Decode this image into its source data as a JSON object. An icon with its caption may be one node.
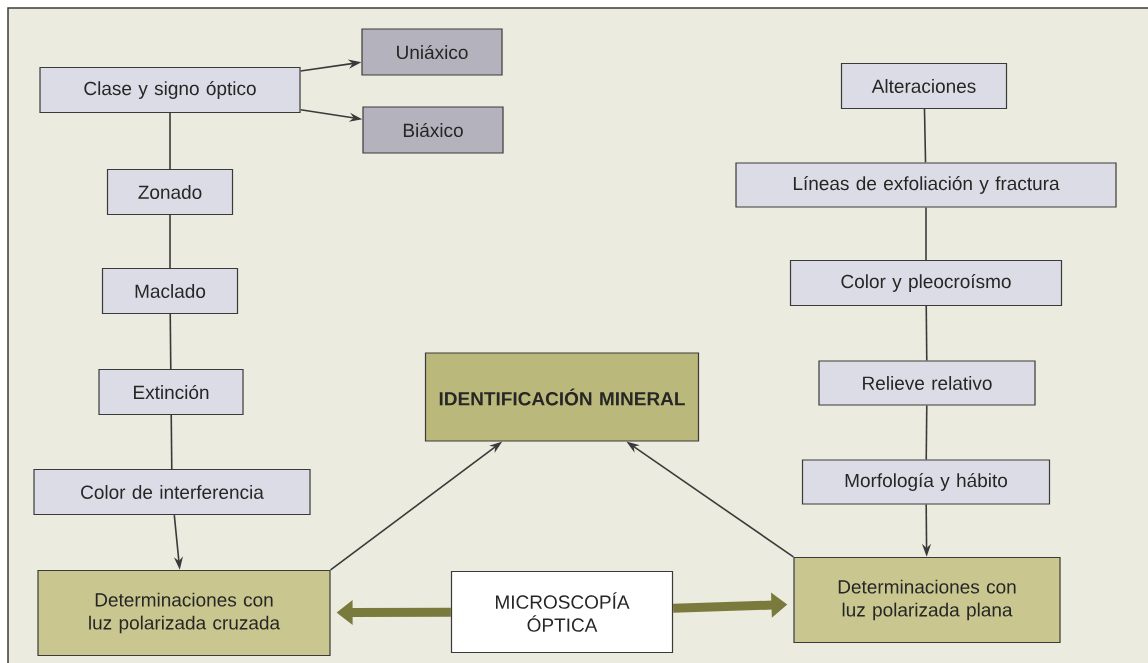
{
  "diagram": {
    "nodes": [
      {
        "text": [
          "Clase y signo óptico"
        ]
      },
      {
        "text": [
          "Uniáxico"
        ]
      },
      {
        "text": [
          "Biáxico"
        ]
      },
      {
        "text": [
          "Zonado"
        ]
      },
      {
        "text": [
          "Maclado"
        ]
      },
      {
        "text": [
          "Extinción"
        ]
      },
      {
        "text": [
          "Color de interferencia"
        ]
      },
      {
        "text": [
          "Determinaciones con luz polarizada cruzada"
        ]
      },
      {
        "text": [
          "MICROSCOPÍA ÓPTICA"
        ]
      },
      {
        "text": [
          "IDENTIFICACIÓN MINERAL"
        ]
      },
      {
        "text": [
          "Alteraciones"
        ]
      },
      {
        "text": [
          "Líneas de exfoliación y fractura"
        ]
      },
      {
        "text": [
          "Color y pleocroísmo"
        ]
      },
      {
        "text": [
          "Relieve relativo"
        ]
      },
      {
        "text": [
          "Morfología y hábito"
        ]
      },
      {
        "text": [
          "Determinaciones con luz polarizada plana"
        ]
      }
    ],
    "edges": [
      {
        "from": 0,
        "to": 1,
        "arrow": "to"
      },
      {
        "from": 0,
        "to": 2,
        "arrow": "to"
      },
      {
        "from": 0,
        "to": 3,
        "arrow": "none"
      },
      {
        "from": 3,
        "to": 4,
        "arrow": "none"
      },
      {
        "from": 4,
        "to": 5,
        "arrow": "none"
      },
      {
        "from": 5,
        "to": 6,
        "arrow": "none"
      },
      {
        "from": 6,
        "to": 7,
        "arrow": "to"
      },
      {
        "from": 7,
        "to": 9,
        "arrow": "to"
      },
      {
        "from": 8,
        "to": 7,
        "arrow": "to",
        "style": "thick",
        "color": "#7a7a3c"
      },
      {
        "from": 8,
        "to": 15,
        "arrow": "to",
        "style": "thick",
        "color": "#7a7a3c"
      },
      {
        "from": 10,
        "to": 11,
        "arrow": "none"
      },
      {
        "from": 11,
        "to": 12,
        "arrow": "none"
      },
      {
        "from": 12,
        "to": 13,
        "arrow": "none"
      },
      {
        "from": 13,
        "to": 14,
        "arrow": "none"
      },
      {
        "from": 14,
        "to": 15,
        "arrow": "to"
      },
      {
        "from": 15,
        "to": 9,
        "arrow": "to"
      }
    ]
  }
}
